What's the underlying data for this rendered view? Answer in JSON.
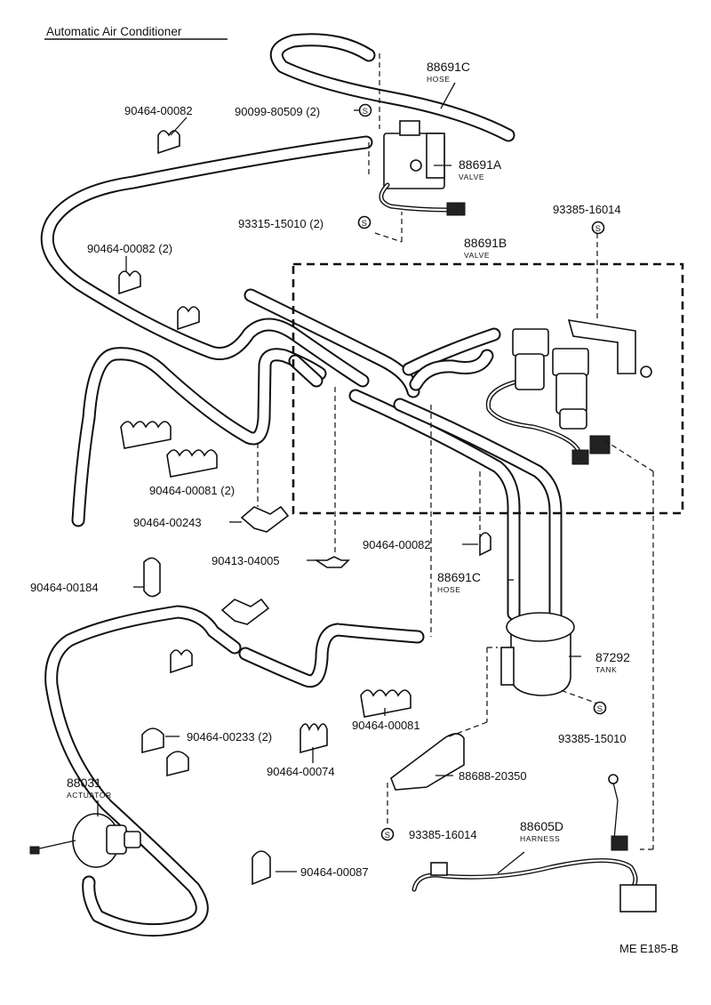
{
  "title": "Automatic Air Conditioner",
  "drawing_code": "ME E185-B",
  "callouts": {
    "hose_top": {
      "number": "88691C",
      "name": "HOSE"
    },
    "valve_a": {
      "number": "88691A",
      "name": "VALVE"
    },
    "valve_b": {
      "number": "88691B",
      "name": "VALVE"
    },
    "hose_mid": {
      "number": "88691C",
      "name": "HOSE"
    },
    "tank": {
      "number": "87292",
      "name": "TANK"
    },
    "actuator": {
      "number": "88031",
      "name": "ACTUATOR"
    },
    "harness": {
      "number": "88605D",
      "name": "HARNESS"
    },
    "clamp_top": "90464-00082",
    "bolt_top": "90099-80509 (2)",
    "screw_valve_a": "93315-15010 (2)",
    "screw_valve_b": "93385-16014",
    "clamp_82_2": "90464-00082 (2)",
    "clamp_81_2": "90464-00081 (2)",
    "clamp_243": "90464-00243",
    "tee_joint": "90413-04005",
    "clamp_184": "90464-00184",
    "clamp_82_mid": "90464-00082",
    "screw_tank": "93385-15010",
    "clamp_233_2": "90464-00233 (2)",
    "clamp_74": "90464-00074",
    "clamp_81": "90464-00081",
    "bracket": "88688-20350",
    "screw_bracket": "93385-16014",
    "clamp_87": "90464-00087"
  },
  "icons": [
    "standard-part-s-icon"
  ]
}
